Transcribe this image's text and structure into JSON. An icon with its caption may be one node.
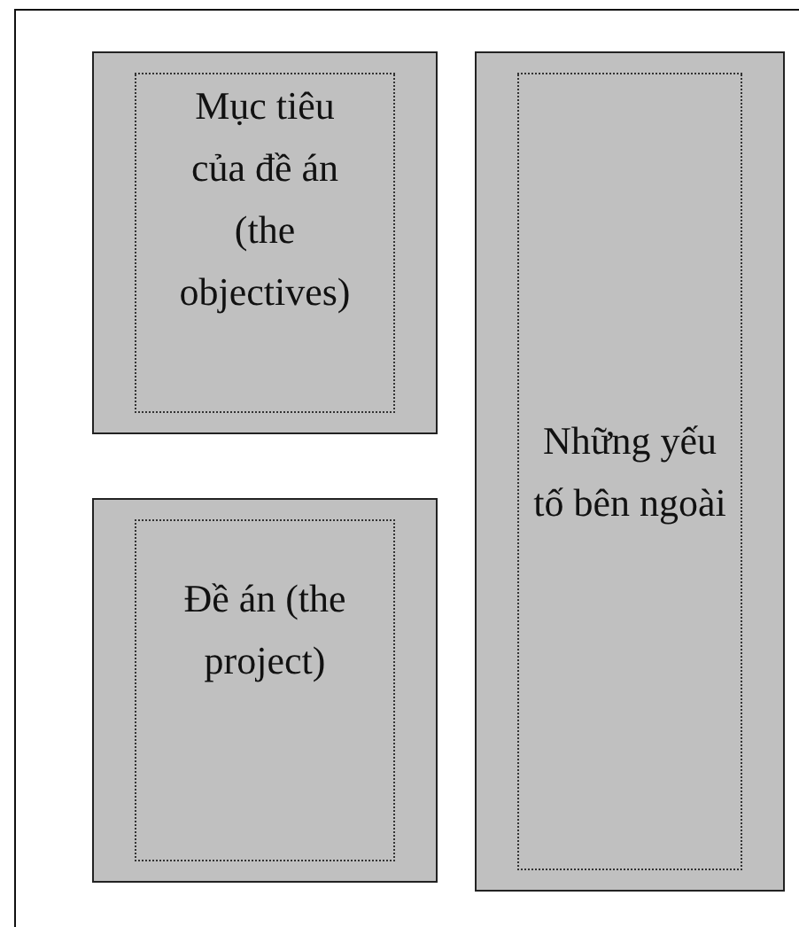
{
  "diagram": {
    "nodes": [
      {
        "text": [],
        "shape": "box"
      },
      {
        "text": [
          "Mục tiêu của đề án (the objectives)"
        ],
        "in": 0
      },
      {
        "text": [
          "Những yếu tố bên ngoài"
        ],
        "in": 0
      },
      {
        "text": [
          "Đề án (the project)"
        ],
        "in": 0
      }
    ]
  }
}
